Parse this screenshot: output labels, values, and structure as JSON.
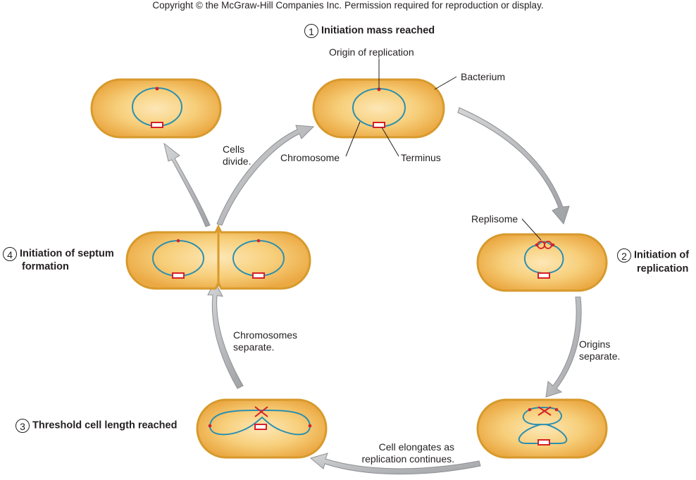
{
  "copyright": "Copyright © the McGraw-Hill Companies Inc. Permission required for reproduction or display.",
  "steps": [
    {
      "number": "1",
      "label": "Initiation mass reached"
    },
    {
      "number": "2",
      "label_line1": "Initiation of",
      "label_line2": "replication"
    },
    {
      "number": "3",
      "label": "Threshold cell length reached"
    },
    {
      "number": "4",
      "label_line1": "Initiation of septum",
      "label_line2": "formation"
    }
  ],
  "labels": {
    "origin": "Origin of replication",
    "bacterium": "Bacterium",
    "chromosome": "Chromosome",
    "terminus": "Terminus",
    "replisome": "Replisome"
  },
  "transitions": {
    "cells_divide_1": "Cells",
    "cells_divide_2": "divide.",
    "origins_separate_1": "Origins",
    "origins_separate_2": "separate.",
    "elongates_1": "Cell elongates as",
    "elongates_2": "replication continues.",
    "chrom_separate_1": "Chromosomes",
    "chrom_separate_2": "separate."
  },
  "colors": {
    "cell_fill": "#f5c66a",
    "cell_border": "#d79a2c",
    "chromosome": "#2b8fb0",
    "origin_dot": "#d62027",
    "terminus": "#d62027",
    "arrow": "#b3b5b8"
  }
}
